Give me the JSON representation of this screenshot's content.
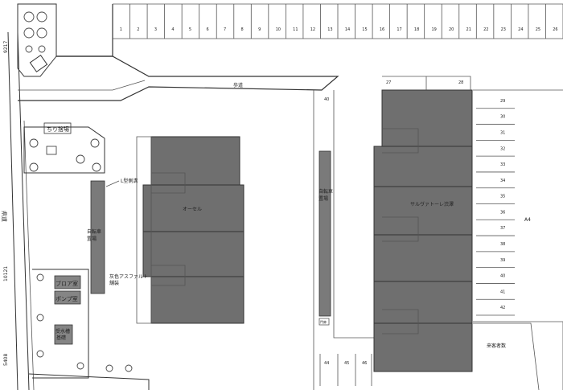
{
  "labels": {
    "walkway": "歩道",
    "trash": "ちり捨場",
    "ldrain": "L型側溝",
    "bike_left": "自転車\n置場",
    "building_left": "オーセル",
    "asphalt": "灰色アスファルト\n舗装",
    "blower": "ブロア室",
    "pump": "ポンプ室",
    "tank": "受水槽\n基礎",
    "bike_mid": "自転車\n置場",
    "building_right": "サルヴァトーレ渋澤",
    "visitor": "来客者数",
    "left_road": "県道",
    "road_code": "10121",
    "road_code_top": "9217",
    "road_code_bottom": "5408",
    "a4": "A4",
    "small_mid": "40",
    "small_box": "門扉"
  },
  "parking": {
    "top_row": [
      "1",
      "2",
      "3",
      "4",
      "5",
      "6",
      "7",
      "8",
      "9",
      "10",
      "11",
      "12",
      "13",
      "14",
      "15",
      "16",
      "17",
      "18",
      "19",
      "20",
      "21",
      "22",
      "23",
      "24",
      "25",
      "26"
    ],
    "right_row": [
      "29",
      "30",
      "31",
      "32",
      "33",
      "34",
      "35",
      "36",
      "37",
      "38",
      "39",
      "40",
      "41",
      "42"
    ],
    "corner": [
      "27",
      "28"
    ],
    "bottom_row": [
      "44",
      "45",
      "46"
    ]
  }
}
